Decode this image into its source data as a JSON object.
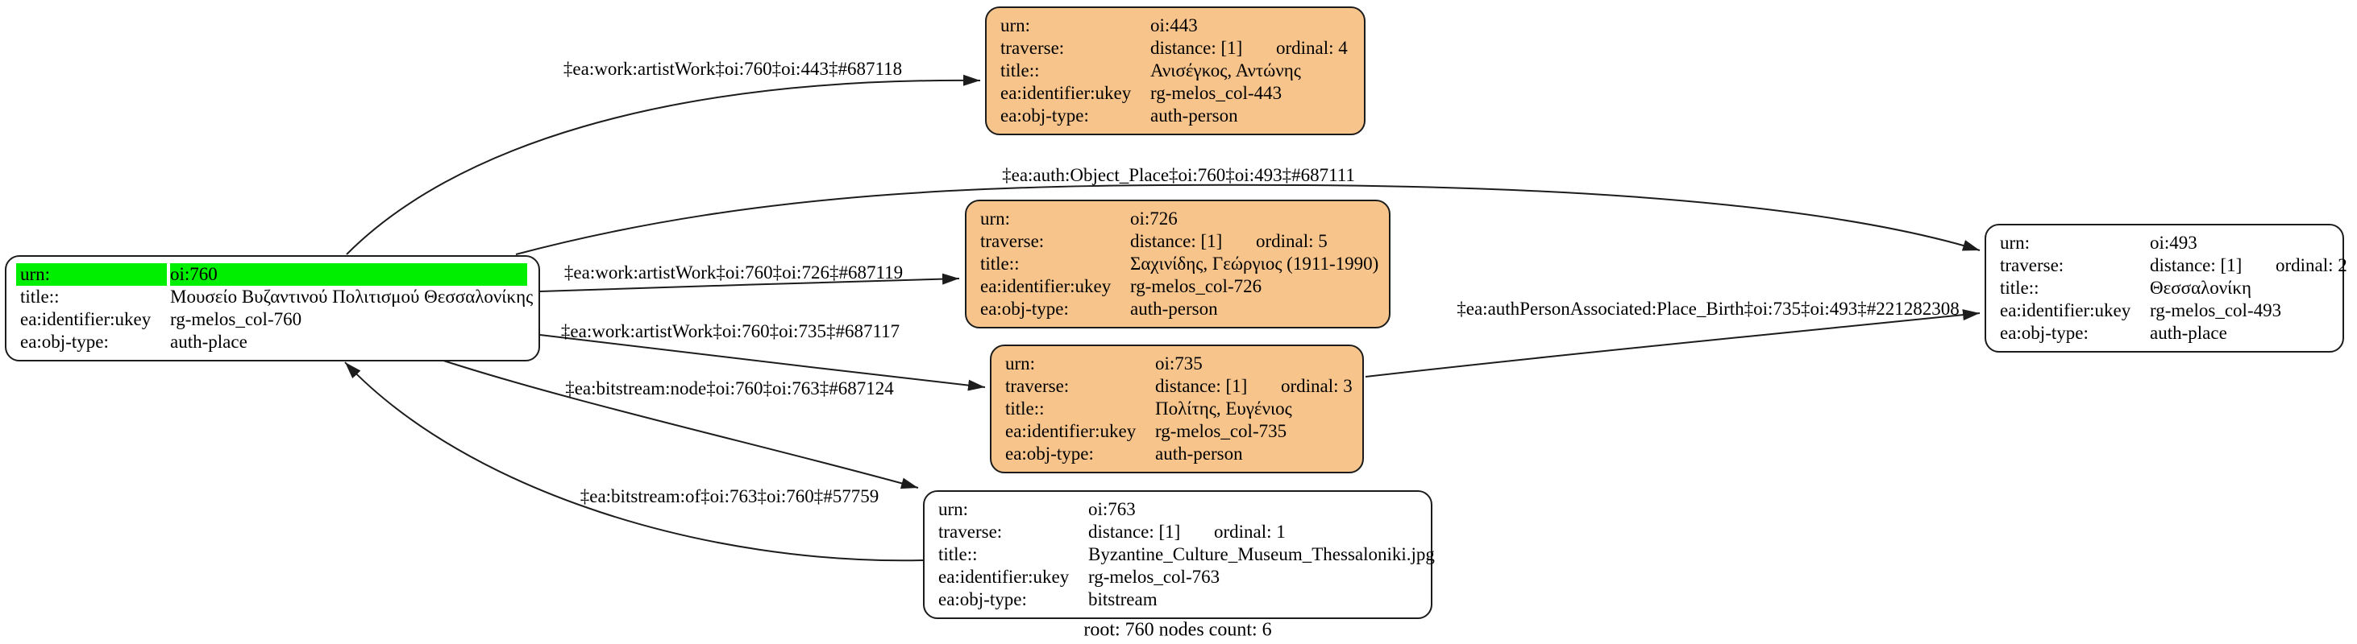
{
  "diagram": {
    "caption": "root: 760 nodes count: 6",
    "colors": {
      "highlight_green": "#00ee00",
      "person_fill": "#f7c58c",
      "plain_fill": "#ffffff",
      "border": "#1c1c1c"
    },
    "nodes": {
      "n760": {
        "rows": [
          {
            "label": "urn:",
            "value": "oi:760"
          },
          {
            "label": "title::",
            "value": "Μουσείο Βυζαντινού Πολιτισμού Θεσσαλονίκης"
          },
          {
            "label": "ea:identifier:ukey",
            "value": "rg-melos_col-760"
          },
          {
            "label": "ea:obj-type:",
            "value": "auth-place"
          }
        ]
      },
      "n443": {
        "rows": [
          {
            "label": "urn:",
            "value": "oi:443"
          },
          {
            "label": "traverse:",
            "value": "distance: [1]",
            "value2": "ordinal: 4"
          },
          {
            "label": "title::",
            "value": "Ανισέγκος, Αντώνης"
          },
          {
            "label": "ea:identifier:ukey",
            "value": "rg-melos_col-443"
          },
          {
            "label": "ea:obj-type:",
            "value": "auth-person"
          }
        ]
      },
      "n726": {
        "rows": [
          {
            "label": "urn:",
            "value": "oi:726"
          },
          {
            "label": "traverse:",
            "value": "distance: [1]",
            "value2": "ordinal: 5"
          },
          {
            "label": "title::",
            "value": "Σαχινίδης, Γεώργιος (1911-1990)"
          },
          {
            "label": "ea:identifier:ukey",
            "value": "rg-melos_col-726"
          },
          {
            "label": "ea:obj-type:",
            "value": "auth-person"
          }
        ]
      },
      "n735": {
        "rows": [
          {
            "label": "urn:",
            "value": "oi:735"
          },
          {
            "label": "traverse:",
            "value": "distance: [1]",
            "value2": "ordinal: 3"
          },
          {
            "label": "title::",
            "value": "Πολίτης, Ευγένιος"
          },
          {
            "label": "ea:identifier:ukey",
            "value": "rg-melos_col-735"
          },
          {
            "label": "ea:obj-type:",
            "value": "auth-person"
          }
        ]
      },
      "n763": {
        "rows": [
          {
            "label": "urn:",
            "value": "oi:763"
          },
          {
            "label": "traverse:",
            "value": "distance: [1]",
            "value2": "ordinal: 1"
          },
          {
            "label": "title::",
            "value": "Byzantine_Culture_Museum_Thessaloniki.jpg"
          },
          {
            "label": "ea:identifier:ukey",
            "value": "rg-melos_col-763"
          },
          {
            "label": "ea:obj-type:",
            "value": "bitstream"
          }
        ]
      },
      "n493": {
        "rows": [
          {
            "label": "urn:",
            "value": "oi:493"
          },
          {
            "label": "traverse:",
            "value": "distance: [1]",
            "value2": "ordinal: 2"
          },
          {
            "label": "title::",
            "value": "Θεσσαλονίκη"
          },
          {
            "label": "ea:identifier:ukey",
            "value": "rg-melos_col-493"
          },
          {
            "label": "ea:obj-type:",
            "value": "auth-place"
          }
        ]
      }
    },
    "edges": [
      {
        "label": "‡ea:work:artistWork‡oi:760‡oi:443‡#687118"
      },
      {
        "label": "‡ea:auth:Object_Place‡oi:760‡oi:493‡#687111"
      },
      {
        "label": "‡ea:work:artistWork‡oi:760‡oi:726‡#687119"
      },
      {
        "label": "‡ea:work:artistWork‡oi:760‡oi:735‡#687117"
      },
      {
        "label": "‡ea:bitstream:node‡oi:760‡oi:763‡#687124"
      },
      {
        "label": "‡ea:bitstream:of‡oi:763‡oi:760‡#57759"
      },
      {
        "label": "‡ea:authPersonAssociated:Place_Birth‡oi:735‡oi:493‡#221282308"
      }
    ]
  }
}
